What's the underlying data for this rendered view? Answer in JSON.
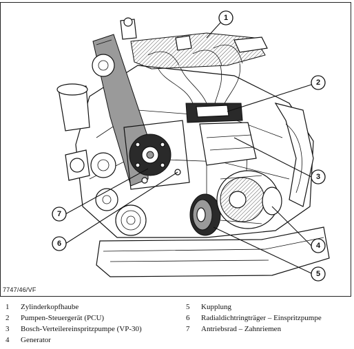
{
  "figure": {
    "code": "7747/46/VF",
    "callouts": [
      "1",
      "2",
      "3",
      "4",
      "5",
      "6",
      "7"
    ]
  },
  "legend": {
    "items": [
      {
        "num": "1",
        "text": "Zylinderkopfhaube"
      },
      {
        "num": "2",
        "text": "Pumpen-Steuergerät (PCU)"
      },
      {
        "num": "3",
        "text": "Bosch-Verteilereinspritzpumpe (VP-30)"
      },
      {
        "num": "4",
        "text": "Generator"
      },
      {
        "num": "5",
        "text": "Kupplung"
      },
      {
        "num": "6",
        "text": "Radialdichtringträger – Einspritzpumpe"
      },
      {
        "num": "7",
        "text": "Antriebsrad  – Zahnriemen"
      }
    ]
  }
}
